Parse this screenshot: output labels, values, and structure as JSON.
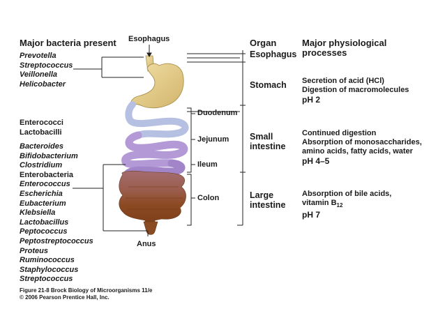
{
  "headers": {
    "bacteria": "Major bacteria present",
    "organ": "Organ",
    "physiology": [
      "Major physiological",
      "processes"
    ]
  },
  "labels": {
    "esophagus": "Esophagus",
    "anus": "Anus",
    "duodenum": "Duodenum",
    "jejunum": "Jejunum",
    "ileum": "Ileum",
    "colon": "Colon"
  },
  "bacteria_groups": {
    "stomach": [
      {
        "name": "Prevotella",
        "italic": true
      },
      {
        "name": "Streptococcus",
        "italic": true
      },
      {
        "name": "Veillonella",
        "italic": true
      },
      {
        "name": "Helicobacter",
        "italic": true
      }
    ],
    "small_intestine": [
      {
        "name": "Enterococci",
        "italic": false
      },
      {
        "name": "Lactobacilli",
        "italic": false
      }
    ],
    "large_intestine": [
      {
        "name": "Bacteroides",
        "italic": true
      },
      {
        "name": "Bifidobacterium",
        "italic": true
      },
      {
        "name": "Clostridium",
        "italic": true
      },
      {
        "name": "Enterobacteria",
        "italic": false
      },
      {
        "name": "Enterococcus",
        "italic": true
      },
      {
        "name": "Escherichia",
        "italic": true
      },
      {
        "name": "Eubacterium",
        "italic": true
      },
      {
        "name": "Klebsiella",
        "italic": true
      },
      {
        "name": "Lactobacillus",
        "italic": true
      },
      {
        "name": "Peptococcus",
        "italic": true
      },
      {
        "name": "Peptostreptococcus",
        "italic": true
      },
      {
        "name": "Proteus",
        "italic": true
      },
      {
        "name": "Ruminococcus",
        "italic": true
      },
      {
        "name": "Staphylococcus",
        "italic": true
      },
      {
        "name": "Streptococcus",
        "italic": true
      }
    ]
  },
  "organs": {
    "esophagus": [
      "Esophagus"
    ],
    "stomach": [
      "Stomach"
    ],
    "small_intestine": [
      "Small",
      "intestine"
    ],
    "large_intestine": [
      "Large",
      "intestine"
    ]
  },
  "processes": {
    "stomach": {
      "lines": [
        "Secretion of acid (HCl)",
        "Digestion of macromolecules"
      ],
      "ph": "pH 2"
    },
    "small_intestine": {
      "lines": [
        "Continued digestion",
        "Absorption of monosaccharides,",
        "amino acids, fatty acids, water"
      ],
      "ph": "pH 4–5"
    },
    "large_intestine": {
      "line1": "Absorption of bile acids,",
      "line2_prefix": "vitamin B",
      "line2_sub": "12",
      "ph": "pH 7"
    }
  },
  "caption": [
    "Figure 21-8  Brock Biology of Microorganisms 11/e",
    "© 2006 Pearson Prentice Hall, Inc."
  ],
  "colors": {
    "stomach": "#e6cf8e",
    "duodenum": "#b4bde0",
    "jejunum": "#b39ad6",
    "ileum": "#a285c8",
    "colon_transverse": "#a36a6a",
    "colon_lower": "#8a4a22",
    "line": "#222222"
  }
}
